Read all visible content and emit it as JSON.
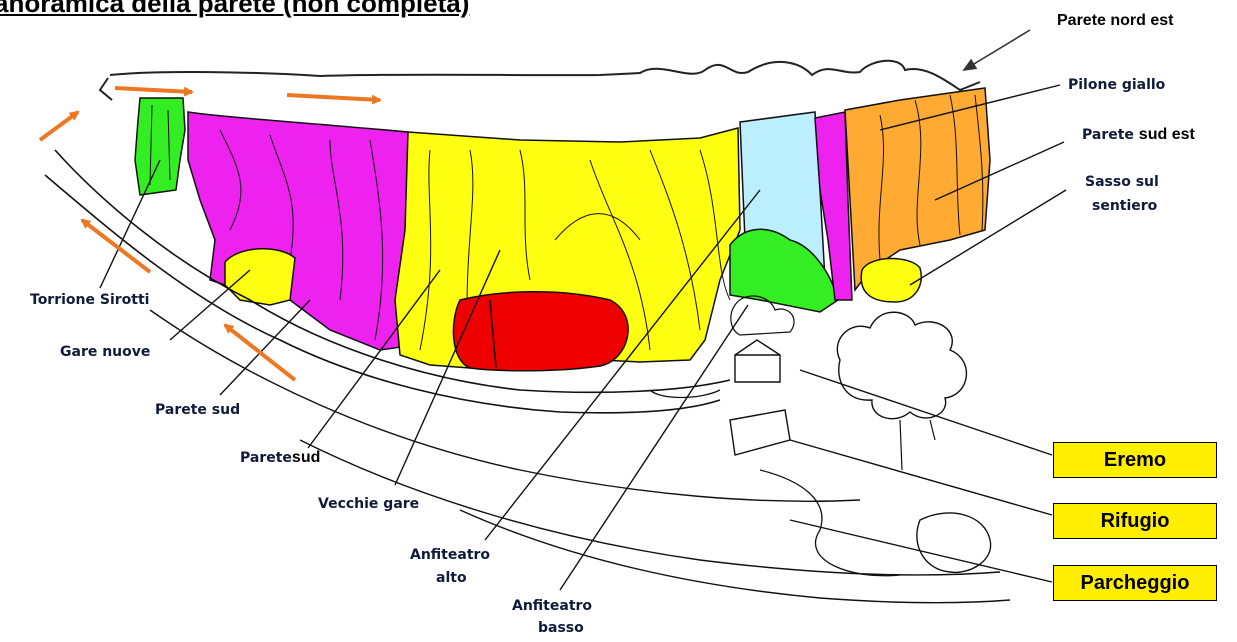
{
  "title": "anoramica della parete (non completa)",
  "colors": {
    "torrione": "#33ee22",
    "magenta": "#ee22ee",
    "yellow": "#ffff11",
    "red": "#ee0000",
    "lightblue": "#bbeeff",
    "orange": "#ffaa33",
    "arrow": "#ee7722",
    "box": "#ffee00"
  },
  "labels": {
    "parete_nord_est": "Parete nord est",
    "pilone_giallo": "Pilone giallo",
    "parete_sud_est_word": "Parete",
    "parete_sud_est_suffix": "sud est",
    "sasso_line1": "Sasso sul",
    "sasso_line2": "sentiero",
    "torrione_sirotti": "Torrione Sirotti",
    "gare_nuove": "Gare nuove",
    "parete_sud": "Parete sud",
    "parete_sud2_word": "Parete",
    "parete_sud2_suffix": "sud",
    "vecchie_gare": "Vecchie gare",
    "anfiteatro_alto_line1": "Anfiteatro",
    "anfiteatro_alto_line2": "alto",
    "anfiteatro_basso_line1": "Anfiteatro",
    "anfiteatro_basso_line2": "basso"
  },
  "boxes": {
    "eremo": "Eremo",
    "rifugio": "Rifugio",
    "parcheggio": "Parcheggio"
  }
}
